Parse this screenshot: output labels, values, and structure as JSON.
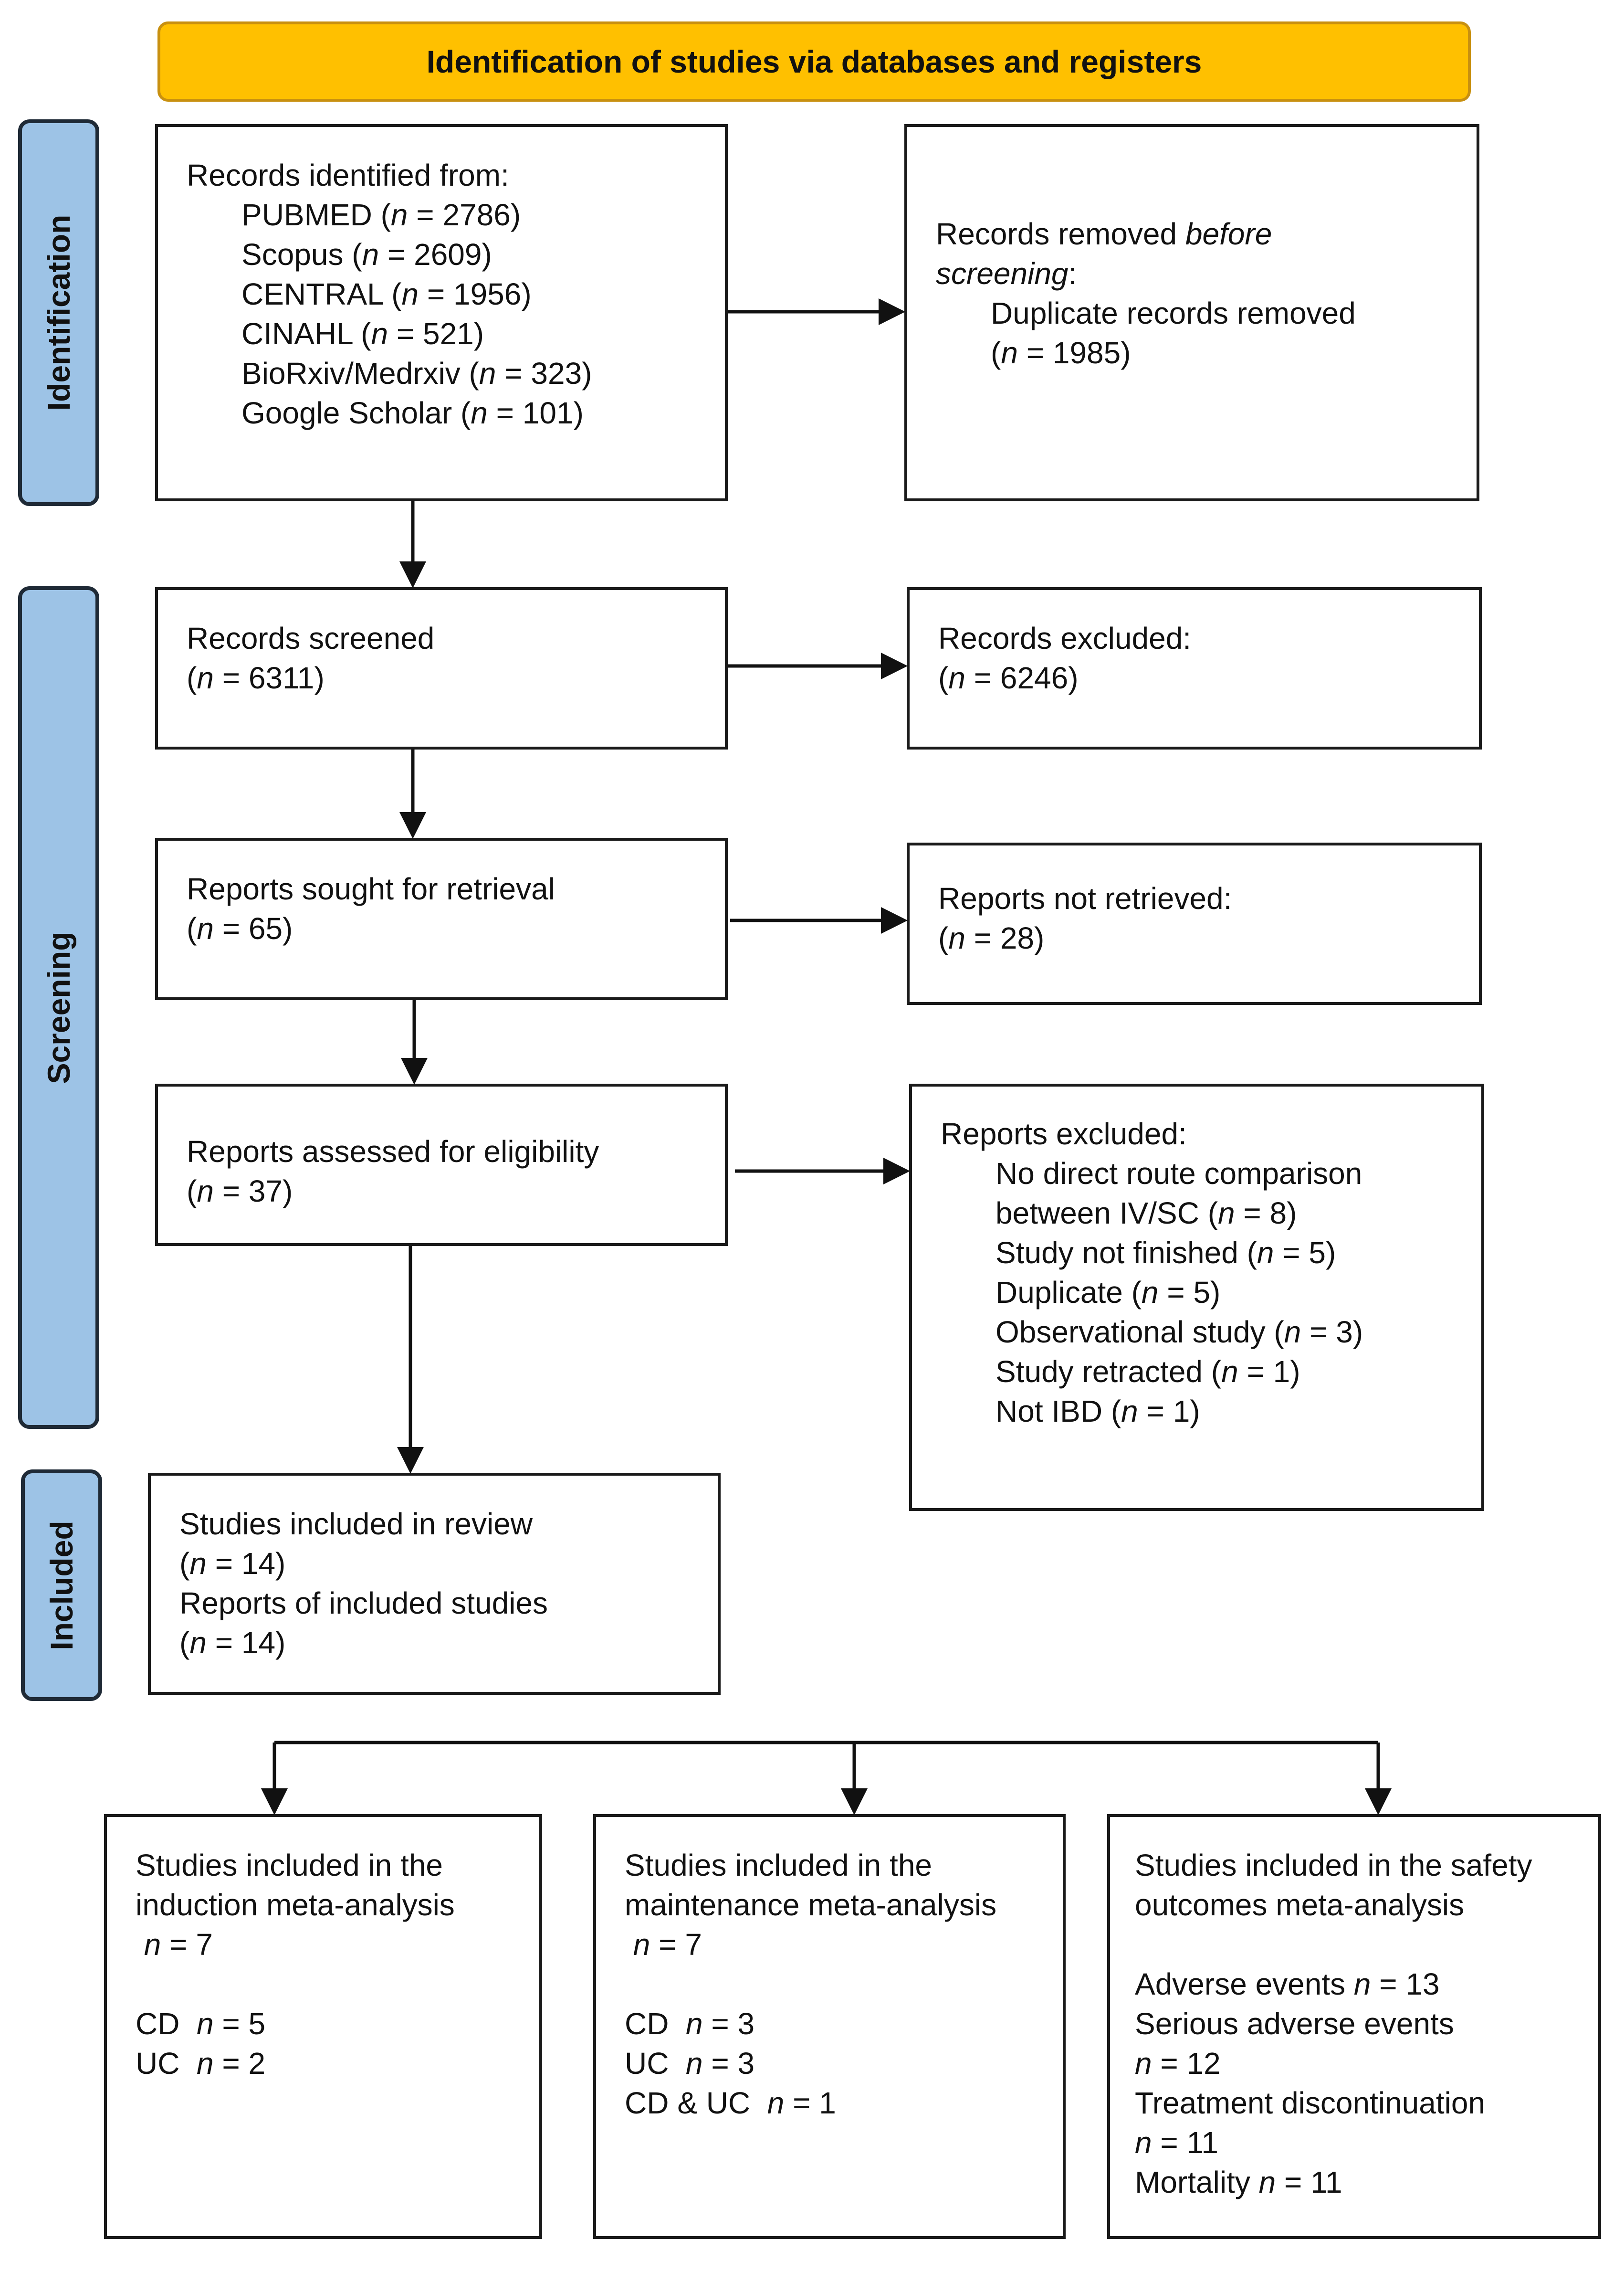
{
  "header": {
    "title": "Identification of studies via databases and registers"
  },
  "phases": {
    "identification": "Identification",
    "screening": "Screening",
    "included": "Included"
  },
  "identification": {
    "records_identified_title": "Records identified from:",
    "sources": [
      {
        "name": "PUBMED",
        "n": "2786"
      },
      {
        "name": "Scopus",
        "n": "2609"
      },
      {
        "name": "CENTRAL",
        "n": "1956"
      },
      {
        "name": "CINAHL",
        "n": "521"
      },
      {
        "name": "BioRxiv/Medrxiv",
        "n": "323"
      },
      {
        "name": "Google Scholar",
        "n": "101"
      }
    ],
    "removed_title_a": "Records removed",
    "removed_title_b": "before",
    "removed_title_c": "screening",
    "removed_item": "Duplicate records removed",
    "removed_n": "1985"
  },
  "screening": {
    "screened_label": "Records screened",
    "screened_n": "6311",
    "excluded_label": "Records excluded:",
    "excluded_n": "6246",
    "sought_label": "Reports sought for retrieval",
    "sought_n": "65",
    "not_retrieved_label": "Reports not retrieved:",
    "not_retrieved_n": "28",
    "assessed_label": "Reports assessed for eligibility",
    "assessed_n": "37",
    "reports_excluded_label": "Reports excluded:",
    "reasons": [
      {
        "pre": "No direct route comparison",
        "text": "between IV/SC",
        "n": "8"
      },
      {
        "text": "Study not finished",
        "n": "5"
      },
      {
        "text": "Duplicate",
        "n": "5"
      },
      {
        "text": "Observational study",
        "n": "3"
      },
      {
        "text": "Study retracted",
        "n": "1"
      },
      {
        "text": "Not IBD",
        "n": "1"
      }
    ]
  },
  "included": {
    "review_label": "Studies included in review",
    "review_n": "14",
    "reports_label": "Reports of included studies",
    "reports_n": "14"
  },
  "meta": {
    "induction": {
      "title_1": "Studies included in the",
      "title_2": "induction meta-analysis",
      "n": "7",
      "items": [
        {
          "label": "CD",
          "n": "5"
        },
        {
          "label": "UC",
          "n": "2"
        }
      ]
    },
    "maintenance": {
      "title_1": "Studies included in the",
      "title_2": "maintenance meta-analysis",
      "n": "7",
      "items": [
        {
          "label": "CD",
          "n": "3"
        },
        {
          "label": "UC",
          "n": "3"
        },
        {
          "label": "CD & UC",
          "n": "1"
        }
      ]
    },
    "safety": {
      "title_1": "Studies included in the safety",
      "title_2": "outcomes meta-analysis",
      "adverse_label": "Adverse events",
      "adverse_n": "13",
      "serious_label": "Serious adverse events",
      "serious_n": "12",
      "discontinuation_label": "Treatment discontinuation",
      "discontinuation_n": "11",
      "mortality_label": "Mortality",
      "mortality_n": "11"
    }
  }
}
